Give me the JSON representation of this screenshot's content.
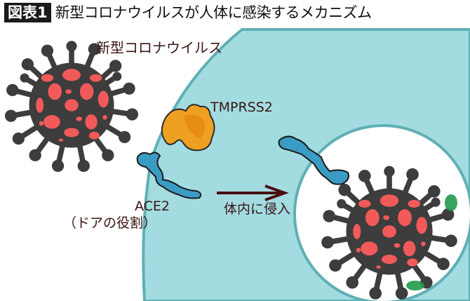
{
  "header": {
    "tag": "図表1",
    "title": "新型コロナウイルスが人体に感染するメカニズム"
  },
  "labels": {
    "virus": "新型コロナウイルス",
    "tmprss2": "TMPRSS2",
    "ace2": "ACE2",
    "ace2_role": "（ドアの役割）",
    "invasion": "体内に侵入"
  },
  "colors": {
    "cell_fill": "#a2dce1",
    "cell_border": "#5fb0b4",
    "virus_body": "#3d3d3d",
    "virus_spots": "#f25a5a",
    "tmprss2": "#f0a020",
    "ace2": "#3a9cc4",
    "arrow": "#4a0f12",
    "marker": "#1f9a4a",
    "text": "#3a1414"
  },
  "icons": {
    "virus_outside": "coronavirus-icon",
    "virus_inside": "coronavirus-icon",
    "tmprss2_protein": "protein-blob-icon",
    "ace2_receptor": "receptor-icon",
    "arrow": "arrow-right-icon"
  }
}
